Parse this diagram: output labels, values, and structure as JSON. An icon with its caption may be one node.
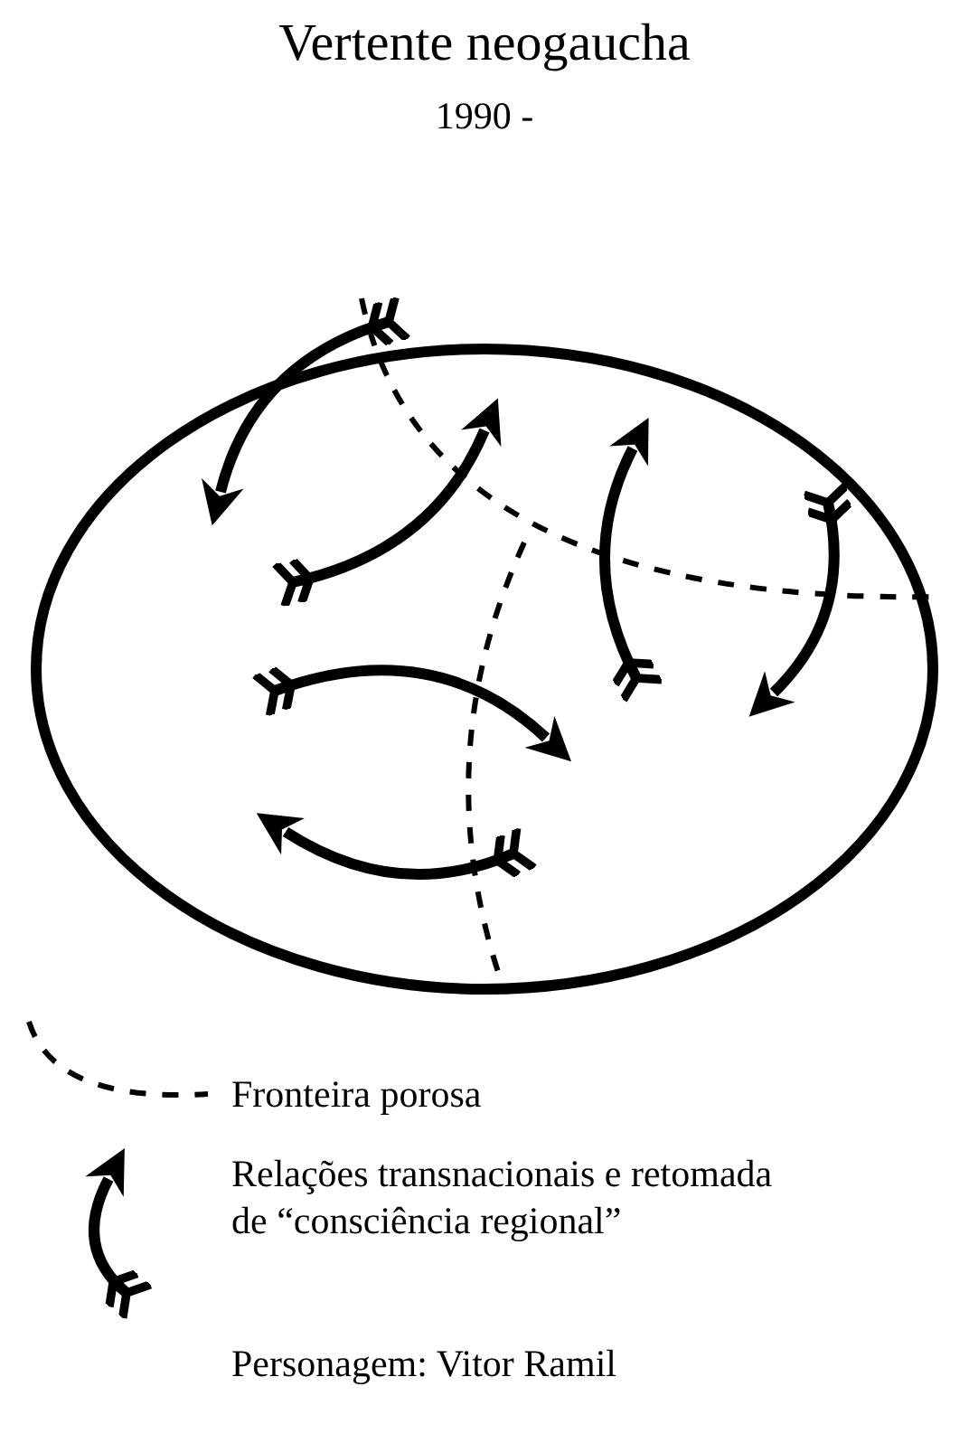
{
  "diagram": {
    "title": "Vertente neogaucha",
    "labels": [
      "1990 -",
      "Personagem: Vitor Ramil"
    ],
    "legend": [
      {
        "text": "Fronteira porosa"
      },
      {
        "text": "Relações transnacionais e retomada de “consciência regional”"
      }
    ]
  }
}
